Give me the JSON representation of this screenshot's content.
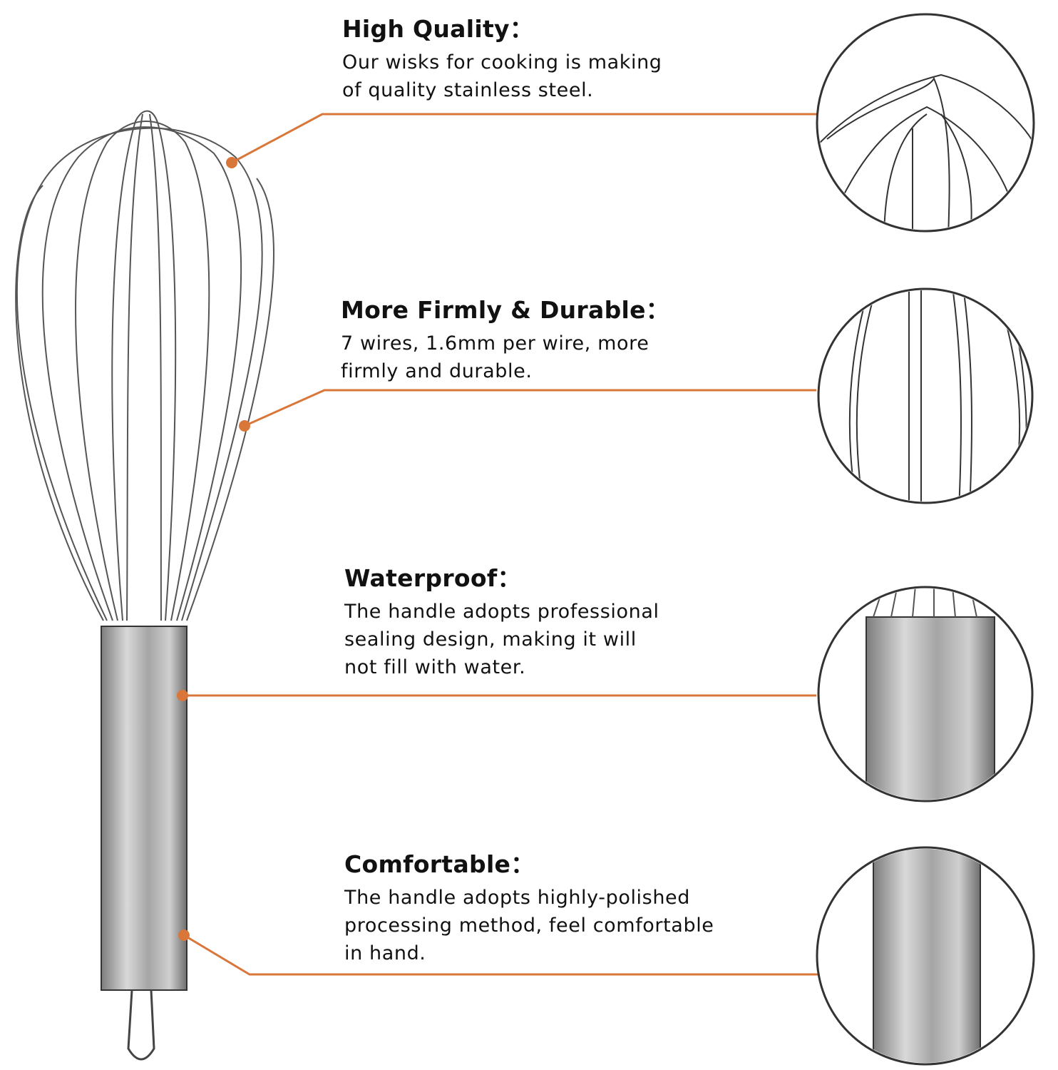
{
  "features": [
    {
      "title": "High Quality：",
      "lines": [
        "Our wisks for cooking is making",
        "of quality stainless steel."
      ]
    },
    {
      "title": "More Firmly & Durable：",
      "lines": [
        "7 wires, 1.6mm per wire, more",
        "firmly and durable."
      ]
    },
    {
      "title": "Waterproof：",
      "lines": [
        "The handle adopts professional",
        "sealing design, making it will",
        "not fill with water."
      ]
    },
    {
      "title": "Comfortable：",
      "lines": [
        "The handle adopts highly-polished",
        "processing method, feel comfortable",
        "in hand."
      ]
    }
  ],
  "colors": {
    "accent": "#d9773a",
    "outline": "#1a1a1a",
    "steel": "#9a9a9a"
  }
}
